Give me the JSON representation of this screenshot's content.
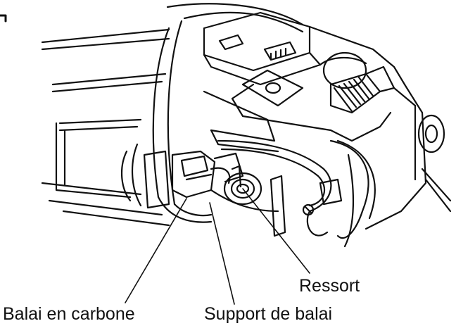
{
  "diagram": {
    "labels": {
      "ressort": "Ressort",
      "balai_en_carbone": "Balai en carbone",
      "support_de_balai": "Support de balai"
    },
    "colors": {
      "line": "#111111",
      "background": "#ffffff",
      "fill": "#ffffff"
    }
  }
}
